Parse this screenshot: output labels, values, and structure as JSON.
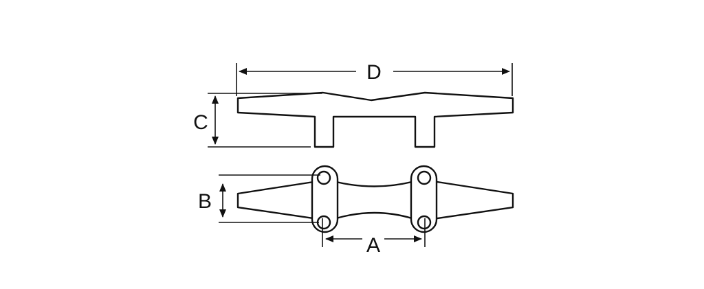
{
  "diagram": {
    "labels": {
      "overall_length": "D",
      "height": "C",
      "base_width": "B",
      "hole_spacing": "A"
    },
    "colors": {
      "ink": "#111111",
      "background": "#ffffff"
    }
  }
}
